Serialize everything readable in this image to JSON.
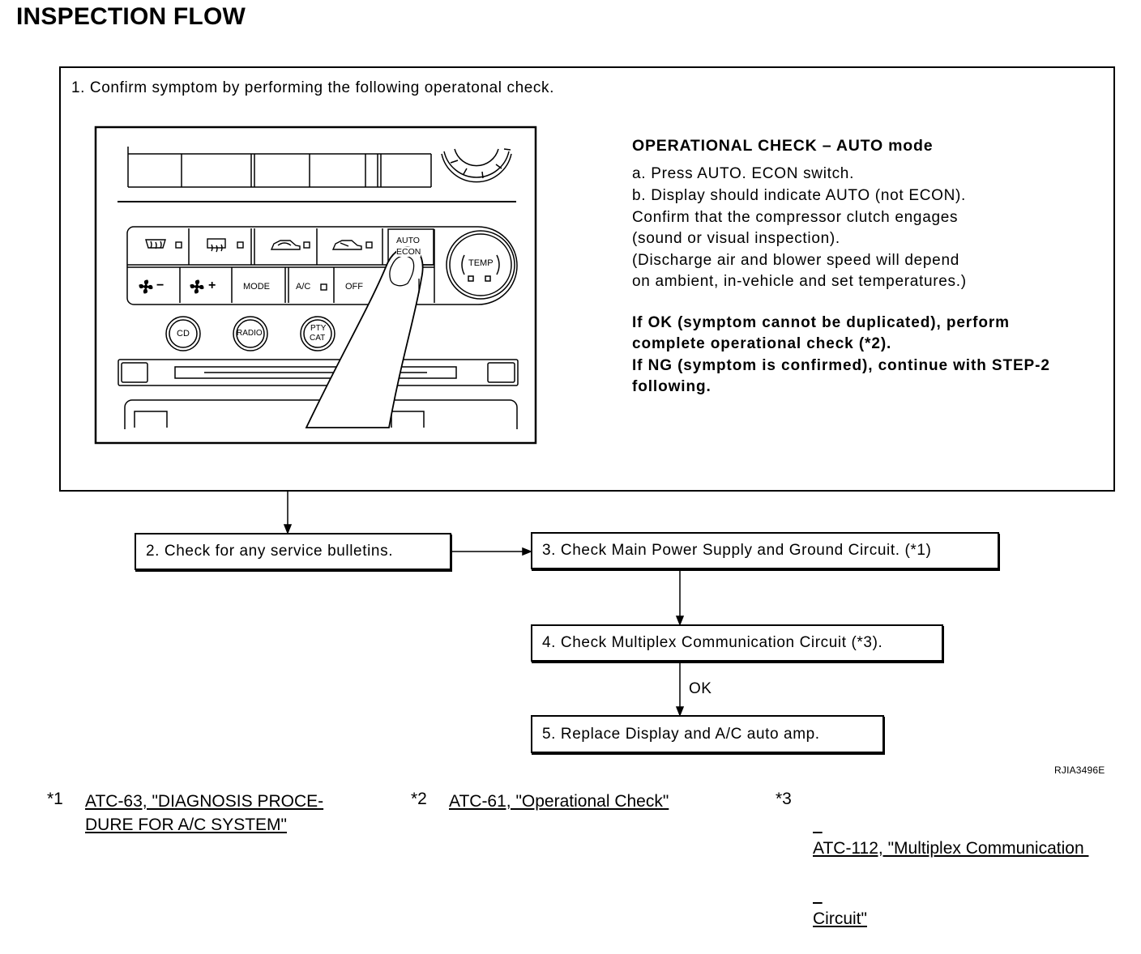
{
  "title": "INSPECTION FLOW",
  "steps": {
    "step1": "1. Confirm symptom by performing the following operatonal check.",
    "step2": "2. Check for any service bulletins.",
    "step3": "3. Check Main Power Supply and Ground Circuit. (*1)",
    "step4": "4. Check Multiplex Communication Circuit (*3).",
    "step5": "5. Replace Display and A/C auto amp."
  },
  "edge_label_ok": "OK",
  "operational_check": {
    "title": "OPERATIONAL CHECK – AUTO mode",
    "lines": [
      "a. Press AUTO. ECON switch.",
      "b. Display should indicate AUTO (not ECON).",
      "Confirm that the compressor clutch engages",
      "(sound or visual inspection).",
      "(Discharge air and blower speed will depend",
      "on ambient, in-vehicle and set temperatures.)"
    ],
    "result_lines": [
      "If OK (symptom cannot be duplicated), perform",
      "complete operational check (*2).",
      "If NG (symptom is confirmed), continue with STEP-2",
      "following."
    ]
  },
  "panel": {
    "auto_label": "AUTO",
    "econ_label": "ECON",
    "temp_label": "TEMP",
    "mode_label": "MODE",
    "ac_label": "A/C",
    "off_label": "OFF",
    "cd_label": "CD",
    "radio_label": "RADIO",
    "pty_label": "PTY",
    "cat_label": "CAT",
    "fan_minus": "−",
    "fan_plus": "+",
    "icons": [
      "front-defrost-icon",
      "rear-defrost-icon",
      "recirculation-icon",
      "fresh-air-icon",
      "fan-icon",
      "finger-icon"
    ]
  },
  "figure_id": "RJIA3496E",
  "footnotes": [
    {
      "mark": "*1",
      "line1": "ATC-63, \"DIAGNOSIS PROCE-",
      "line2": "DURE FOR A/C SYSTEM\""
    },
    {
      "mark": "*2",
      "line1": "ATC-61, \"Operational Check\"",
      "line2": ""
    },
    {
      "mark": "*3",
      "line1": "ATC-112, \"Multiplex Communication ",
      "line2": "Circuit\""
    }
  ]
}
